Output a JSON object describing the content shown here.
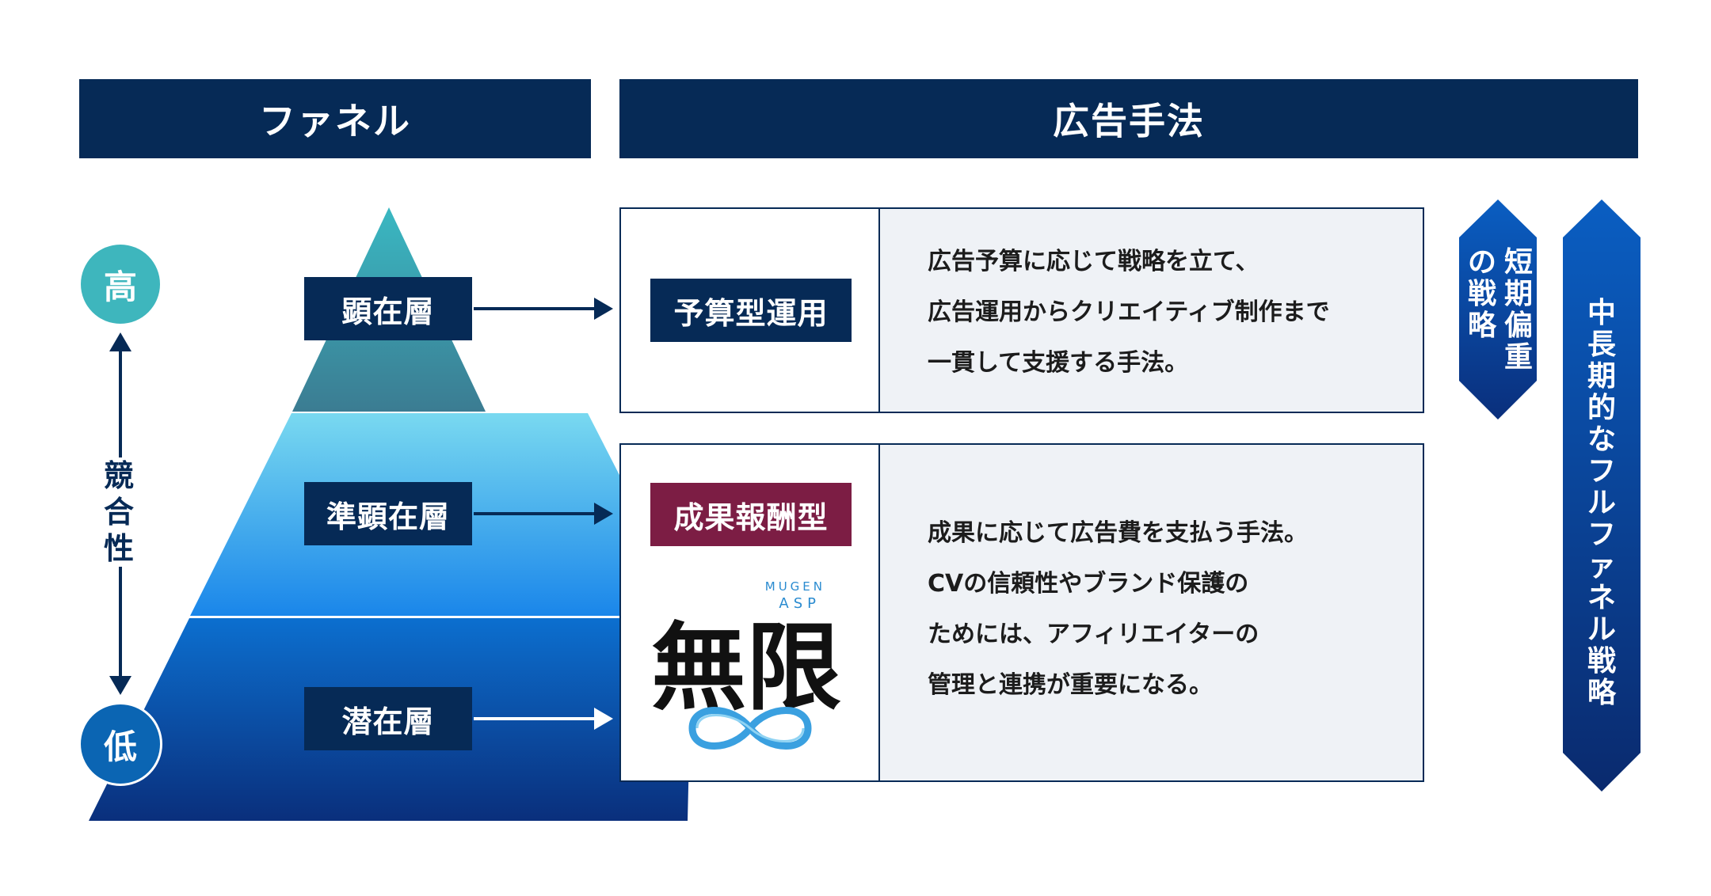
{
  "headers": {
    "funnel": "ファネル",
    "methods": "広告手法"
  },
  "axis": {
    "high": "高",
    "low": "低",
    "label_chars": [
      "競",
      "合",
      "性"
    ]
  },
  "layers": [
    {
      "label": "顕在層"
    },
    {
      "label": "準顕在層"
    },
    {
      "label": "潜在層"
    }
  ],
  "methods": [
    {
      "label": "予算型運用",
      "lines": [
        "広告予算に応じて戦略を立て、",
        "広告運用からクリエイティブ制作まで",
        "一貫して支援する手法。"
      ]
    },
    {
      "label": "成果報酬型",
      "lines": [
        "成果に応じて広告費を支払う手法。",
        "CVの信頼性やブランド保護の",
        "ためには、アフィリエイターの",
        "管理と連携が重要になる。"
      ]
    }
  ],
  "logo": {
    "brand_text": "無限",
    "sub_text_1": "MUGEN",
    "sub_text_2": "ASP"
  },
  "strategies": {
    "short_col1": [
      "の",
      "戦",
      "略"
    ],
    "short_col2": [
      "短",
      "期",
      "偏",
      "重"
    ],
    "long": [
      "中",
      "長",
      "期",
      "的",
      "な",
      "フ",
      "ル",
      "フ",
      "ァ",
      "ネ",
      "ル",
      "戦",
      "略"
    ]
  },
  "colors": {
    "navy": "#062a56",
    "teal": "#3eb6bd",
    "maroon": "#7c1d44",
    "blue": "#0b65b3"
  }
}
